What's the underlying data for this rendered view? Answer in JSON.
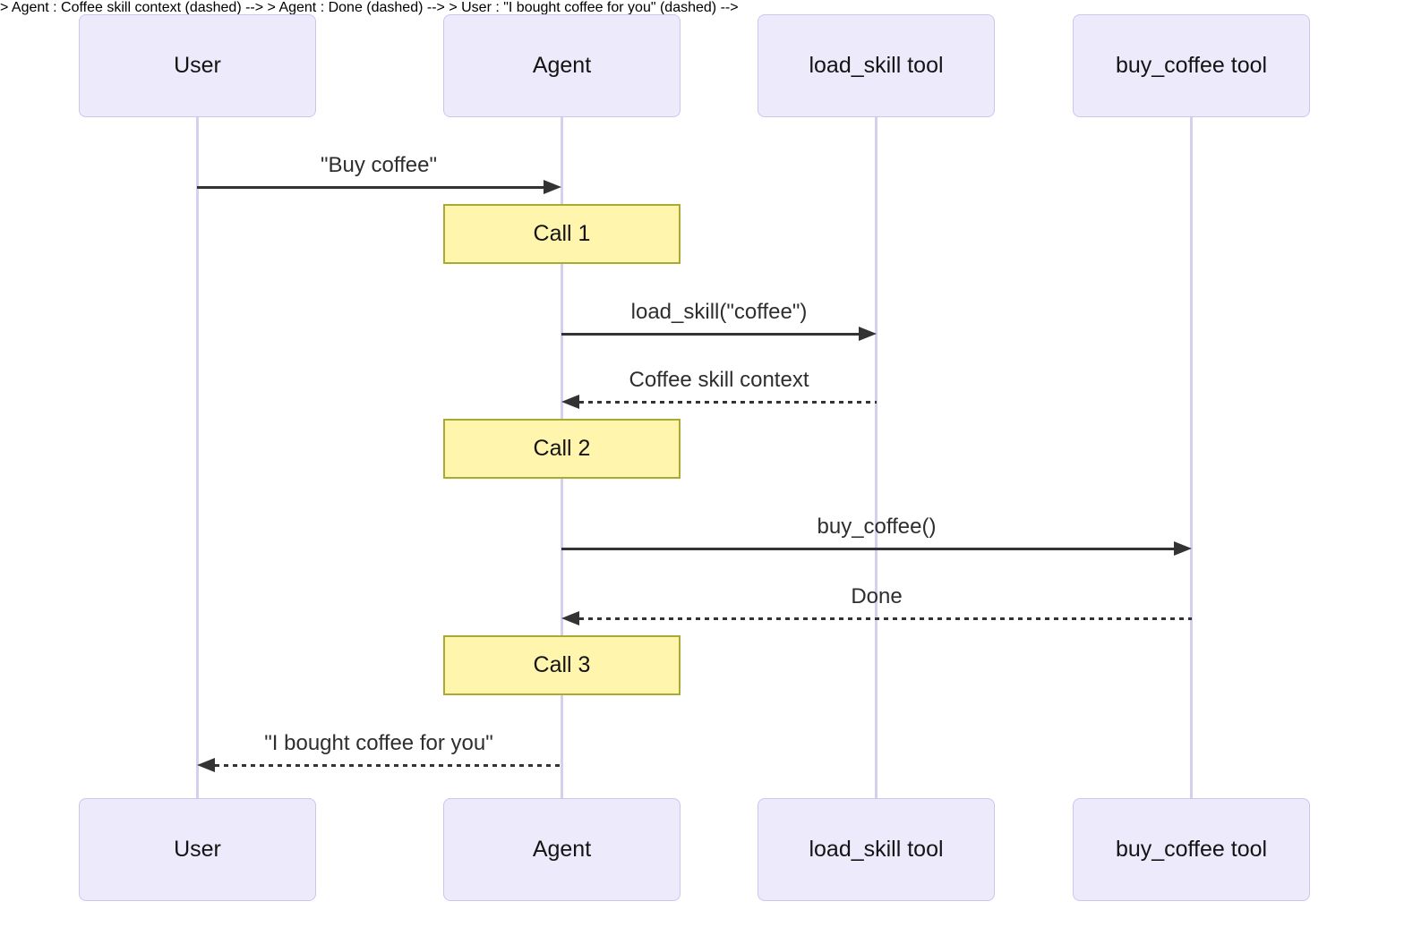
{
  "diagram": {
    "type": "sequence",
    "participants": [
      {
        "id": "user",
        "label": "User"
      },
      {
        "id": "agent",
        "label": "Agent"
      },
      {
        "id": "load_skill",
        "label": "load_skill tool"
      },
      {
        "id": "buy_coffee",
        "label": "buy_coffee tool"
      }
    ],
    "messages": [
      {
        "kind": "message",
        "from": "User",
        "to": "Agent",
        "label": "\"Buy coffee\"",
        "line": "solid",
        "arrow": "filled"
      },
      {
        "kind": "note",
        "over": "Agent",
        "label": "Call 1"
      },
      {
        "kind": "message",
        "from": "Agent",
        "to": "load_skill tool",
        "label": "load_skill(\"coffee\")",
        "line": "solid",
        "arrow": "filled"
      },
      {
        "kind": "message",
        "from": "load_skill tool",
        "to": "Agent",
        "label": "Coffee skill context",
        "line": "dashed",
        "arrow": "filled"
      },
      {
        "kind": "note",
        "over": "Agent",
        "label": "Call 2"
      },
      {
        "kind": "message",
        "from": "Agent",
        "to": "buy_coffee tool",
        "label": "buy_coffee()",
        "line": "solid",
        "arrow": "filled"
      },
      {
        "kind": "message",
        "from": "buy_coffee tool",
        "to": "Agent",
        "label": "Done",
        "line": "dashed",
        "arrow": "filled"
      },
      {
        "kind": "note",
        "over": "Agent",
        "label": "Call 3"
      },
      {
        "kind": "message",
        "from": "Agent",
        "to": "User",
        "label": "\"I bought coffee for you\"",
        "line": "dashed",
        "arrow": "filled"
      }
    ],
    "colors": {
      "background": "#ffffff",
      "participant_fill": "#eceafb",
      "participant_border": "#cdc6eb",
      "lifeline": "#d6cff0",
      "note_fill": "#fff5ad",
      "note_border": "#aaaa33",
      "message_line": "#333333",
      "text": "#141414"
    }
  }
}
